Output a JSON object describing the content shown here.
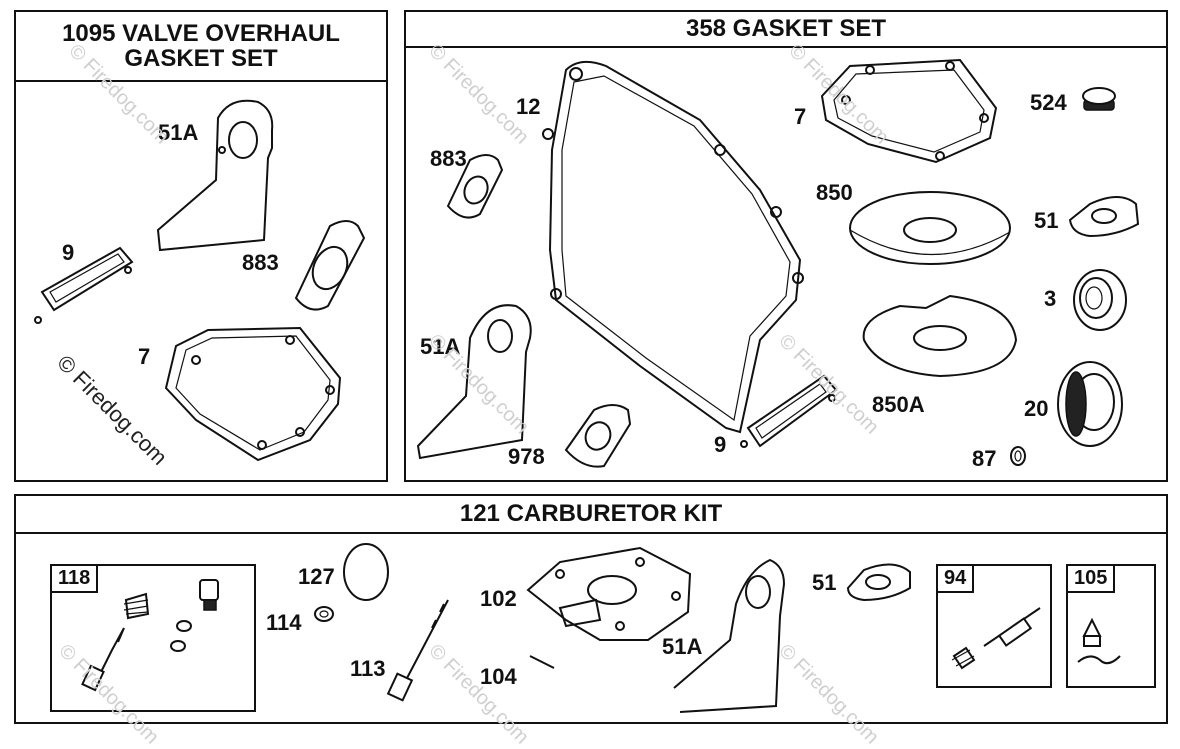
{
  "panels": {
    "valve": {
      "title_line1": "1095 VALVE OVERHAUL",
      "title_line2": "GASKET SET"
    },
    "gasket": {
      "title": "358 GASKET SET"
    },
    "carb": {
      "title": "121 CARBURETOR KIT"
    }
  },
  "callouts": {
    "valve": [
      "51A",
      "9",
      "883",
      "7"
    ],
    "gasket": [
      "12",
      "883",
      "51A",
      "978",
      "9",
      "7",
      "524",
      "850",
      "51",
      "3",
      "850A",
      "20",
      "87"
    ],
    "carb": [
      "127",
      "114",
      "113",
      "102",
      "104",
      "51A",
      "51"
    ]
  },
  "subkits": {
    "k118": "118",
    "k94": "94",
    "k105": "105"
  },
  "watermark": "© Firedog.com"
}
